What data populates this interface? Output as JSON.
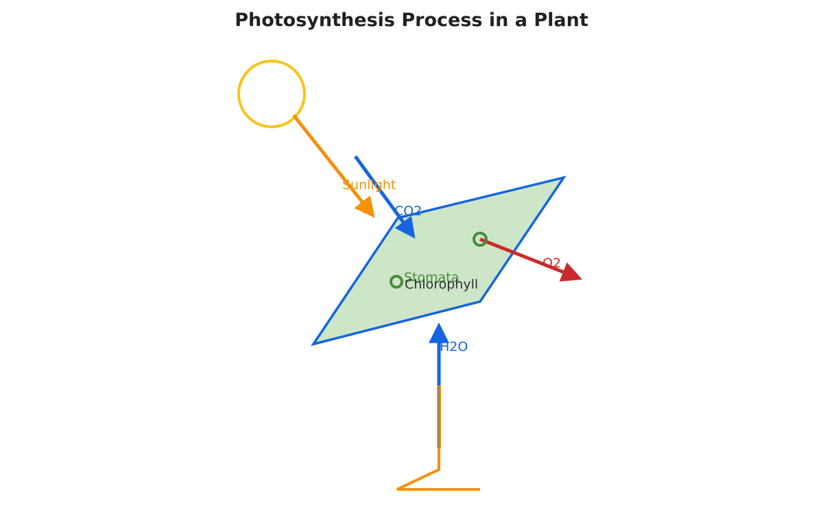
{
  "title": "Photosynthesis Process in a Plant",
  "labels": {
    "sunlight": "Sunlight",
    "co2": "CO2",
    "o2": "O2",
    "h2o": "H2O",
    "stomata": "Stomata",
    "chlorophyll": "Chlorophyll"
  },
  "colors": {
    "sun": "#f5c518",
    "sunlight": "#f5900a",
    "co2": "#1565e0",
    "o2": "#cc2a2a",
    "h2o": "#1565e0",
    "leaf_fill": "#cde6c8",
    "leaf_stroke": "#1565e0",
    "stomata": "#4a8a3a",
    "chlorophyll": "#2e2e2e",
    "stem": "#f5900a",
    "stem_core": "#808080",
    "title": "#222222"
  }
}
